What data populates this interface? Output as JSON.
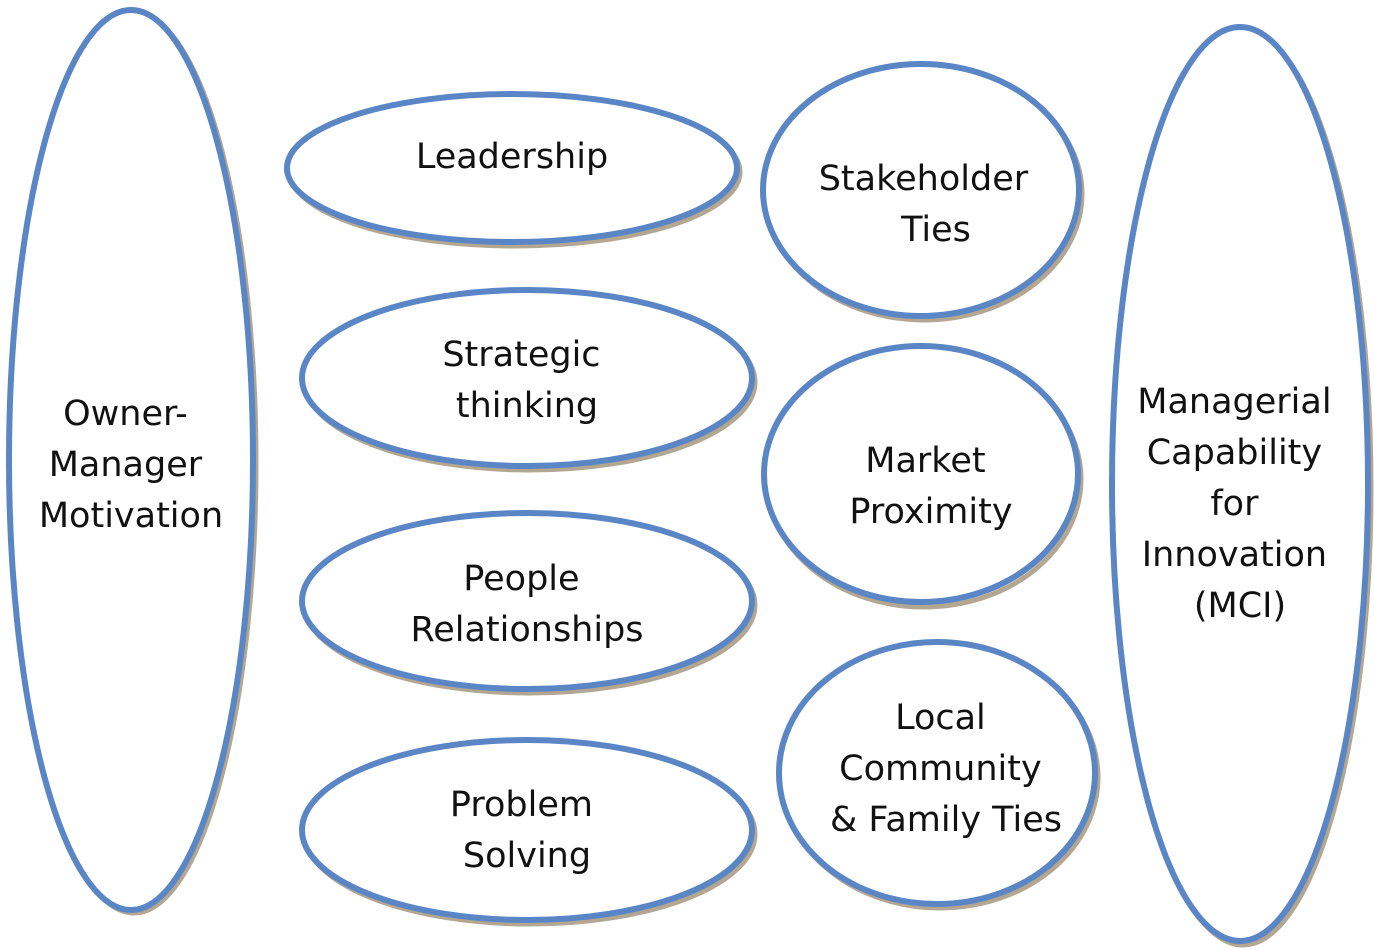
{
  "nodes": [
    {
      "id": "owner-manager-motivation",
      "lines": [
        "Owner-",
        "Manager",
        "Motivation"
      ]
    },
    {
      "id": "leadership",
      "lines": [
        "Leadership"
      ]
    },
    {
      "id": "strategic-thinking",
      "lines": [
        "Strategic",
        "thinking"
      ]
    },
    {
      "id": "people-relationships",
      "lines": [
        "People",
        "Relationships"
      ]
    },
    {
      "id": "problem-solving",
      "lines": [
        "Problem",
        "Solving"
      ]
    },
    {
      "id": "stakeholder-ties",
      "lines": [
        "Stakeholder",
        "Ties"
      ]
    },
    {
      "id": "market-proximity",
      "lines": [
        "Market",
        "Proximity"
      ]
    },
    {
      "id": "local-community-family-ties",
      "lines": [
        "Local",
        "Community",
        "& Family Ties"
      ]
    },
    {
      "id": "managerial-capability-for-innovation",
      "lines": [
        "Managerial",
        "Capability",
        "for",
        "Innovation",
        "(MCI)"
      ]
    }
  ],
  "colors": {
    "outline": "#5b86c5",
    "shadow": "#9b8a6e",
    "text": "#111111"
  }
}
